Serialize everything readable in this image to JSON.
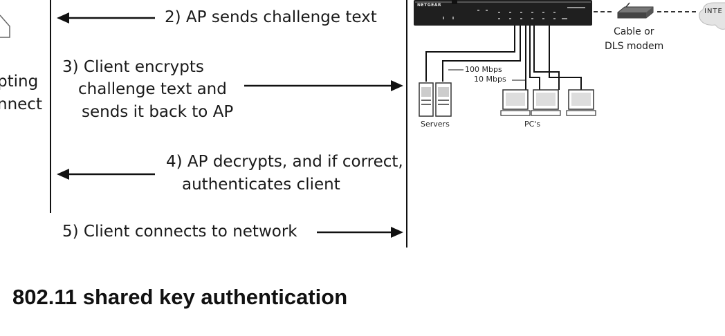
{
  "steps": {
    "step2": "2) AP sends challenge text",
    "step3_line1": "3) Client encrypts",
    "step3_line2": "challenge text and",
    "step3_line3": "sends it back to AP",
    "step4_line1": "4) AP decrypts, and if correct,",
    "step4_line2": "authenticates client",
    "step5": "5) Client connects to network"
  },
  "left_fragment": {
    "line1": "pting",
    "line2": "nnect"
  },
  "network": {
    "speed_100": "100 Mbps",
    "speed_10": "10 Mbps",
    "servers_label": "Servers",
    "pcs_label": "PC's",
    "modem_line1": "Cable or",
    "modem_line2": "DLS modem",
    "internet_fragment": "INTE",
    "brand": "NETGEAR"
  },
  "caption": "802.11 shared key authentication"
}
